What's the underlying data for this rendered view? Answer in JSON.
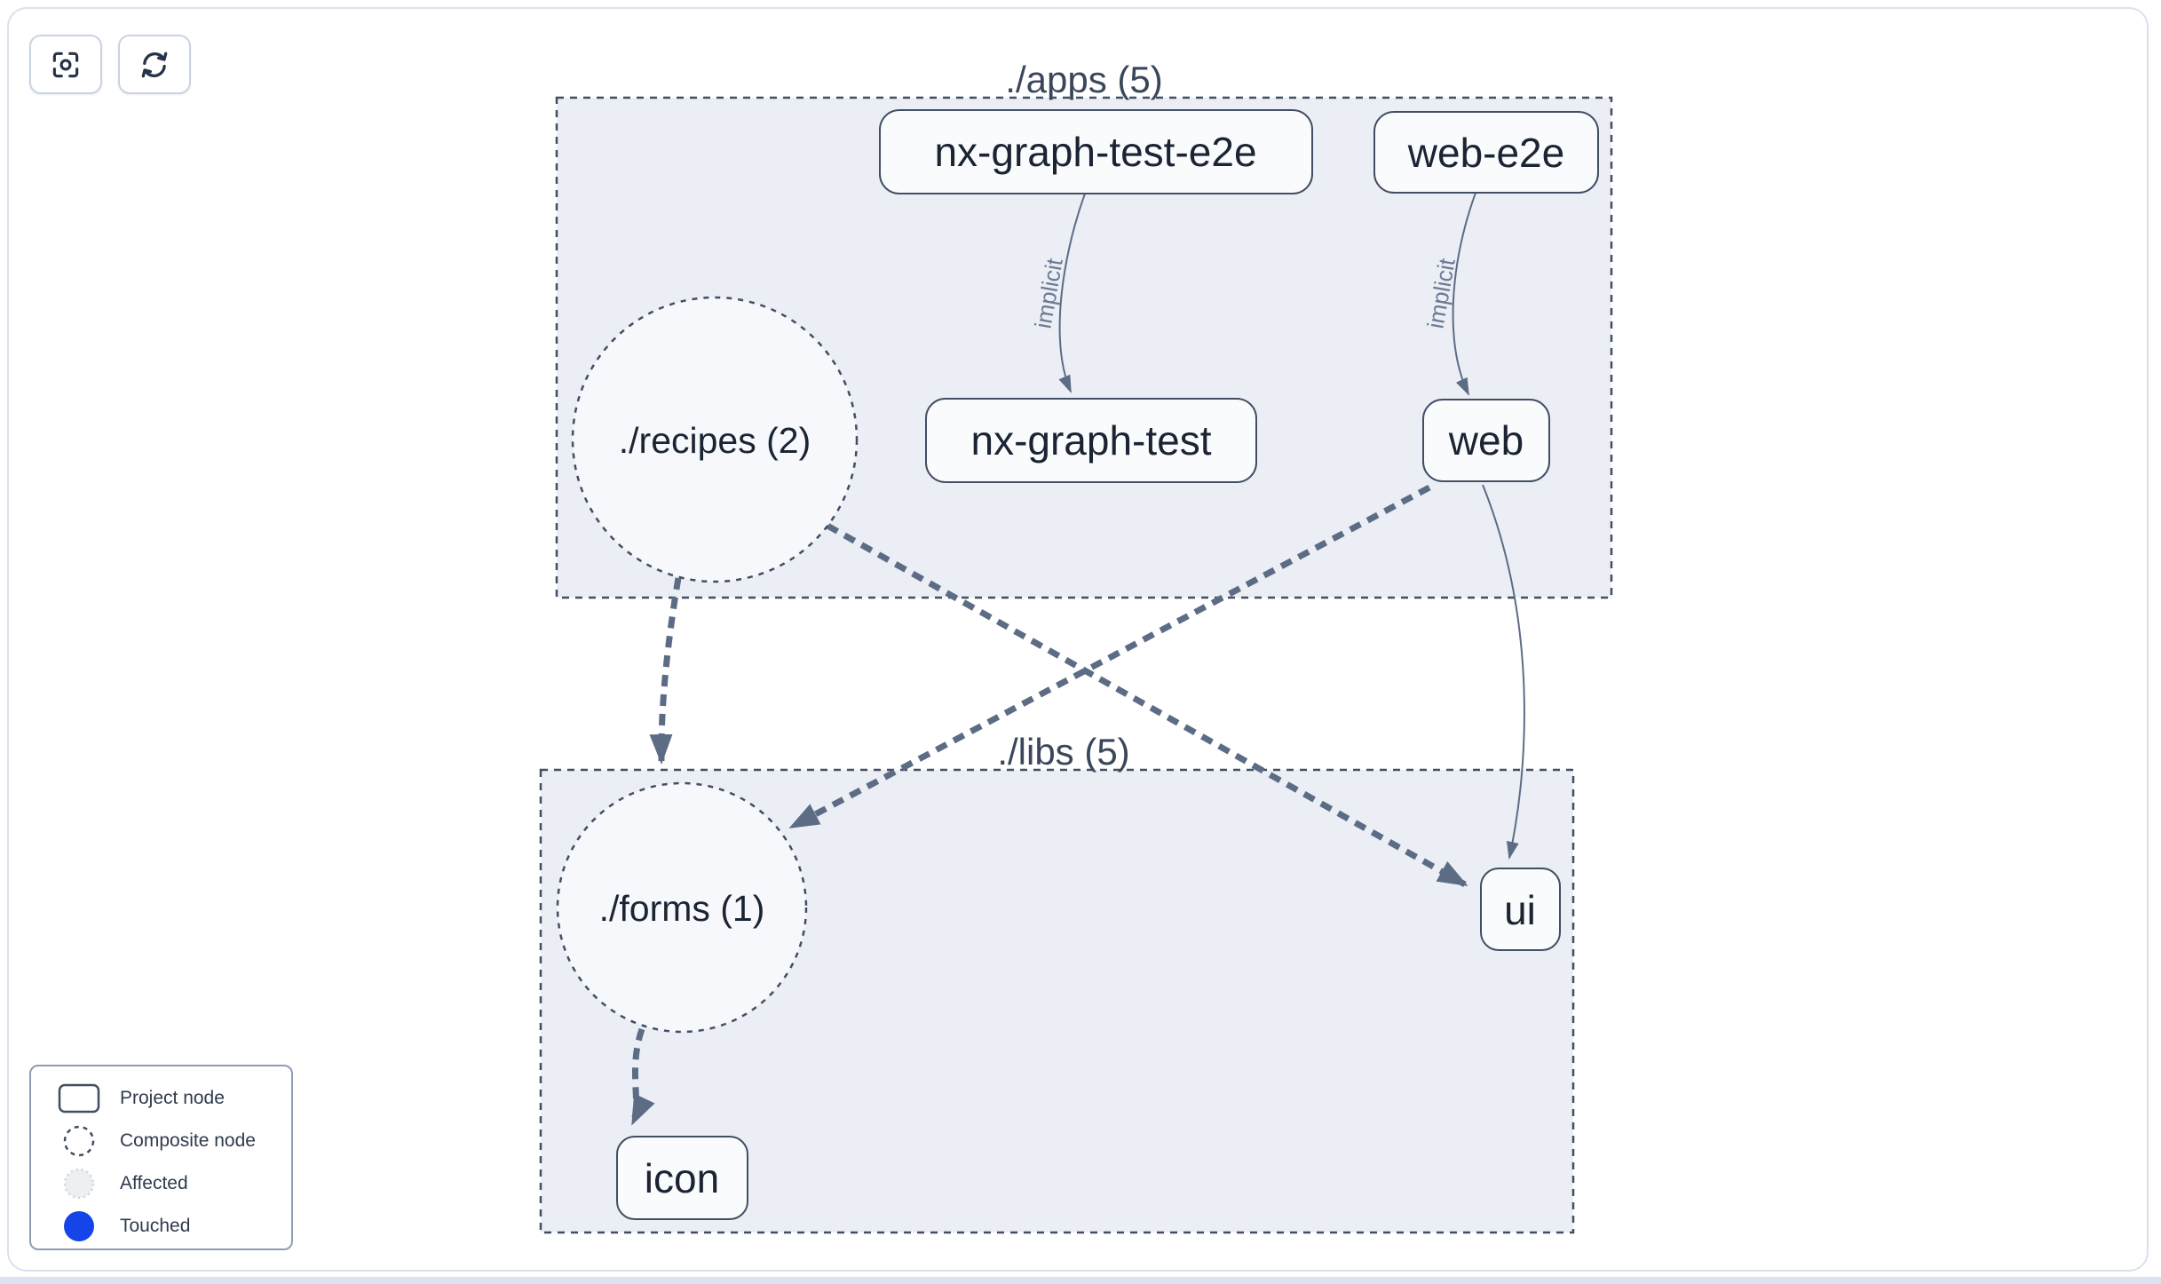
{
  "toolbar": {
    "buttons": [
      {
        "name": "focus-button",
        "icon": "crosshair-focus-icon"
      },
      {
        "name": "refresh-button",
        "icon": "refresh-icon"
      }
    ]
  },
  "graph": {
    "groups": [
      {
        "id": "apps",
        "label": "./apps (5)"
      },
      {
        "id": "libs",
        "label": "./libs (5)"
      }
    ],
    "composite_nodes": [
      {
        "id": "recipes",
        "label": "./recipes (2)",
        "group": "apps"
      },
      {
        "id": "forms",
        "label": "./forms (1)",
        "group": "libs"
      }
    ],
    "project_nodes": [
      {
        "id": "nx-graph-test-e2e",
        "label": "nx-graph-test-e2e",
        "group": "apps"
      },
      {
        "id": "web-e2e",
        "label": "web-e2e",
        "group": "apps"
      },
      {
        "id": "nx-graph-test",
        "label": "nx-graph-test",
        "group": "apps"
      },
      {
        "id": "web",
        "label": "web",
        "group": "apps"
      },
      {
        "id": "ui",
        "label": "ui",
        "group": "libs"
      },
      {
        "id": "icon",
        "label": "icon",
        "group": "libs"
      }
    ],
    "edges": [
      {
        "from": "nx-graph-test-e2e",
        "to": "nx-graph-test",
        "style": "solid",
        "label": "implicit"
      },
      {
        "from": "web-e2e",
        "to": "web",
        "style": "solid",
        "label": "implicit"
      },
      {
        "from": "./recipes (2)",
        "to": "./forms (1)",
        "style": "dashed",
        "label": ""
      },
      {
        "from": "./recipes (2)",
        "to": "ui",
        "style": "dashed",
        "label": ""
      },
      {
        "from": "web",
        "to": "./forms (1)",
        "style": "dashed",
        "label": ""
      },
      {
        "from": "web",
        "to": "ui",
        "style": "solid",
        "label": ""
      },
      {
        "from": "./forms (1)",
        "to": "icon",
        "style": "dashed",
        "label": ""
      }
    ]
  },
  "legend": {
    "items": [
      {
        "swatch": "project-node-swatch",
        "label": "Project node"
      },
      {
        "swatch": "composite-node-swatch",
        "label": "Composite node"
      },
      {
        "swatch": "affected-swatch",
        "label": "Affected"
      },
      {
        "swatch": "touched-swatch",
        "label": "Touched"
      }
    ]
  },
  "colors": {
    "touched": "#1545e8",
    "affected_fill": "#edeff3",
    "affected_border": "#cfd4dd",
    "group_fill": "#ebeef5",
    "node_border": "#414e63",
    "edge": "#5d6c85",
    "canvas_border": "#dbe1ec",
    "background_strip": "#dce3f1"
  }
}
